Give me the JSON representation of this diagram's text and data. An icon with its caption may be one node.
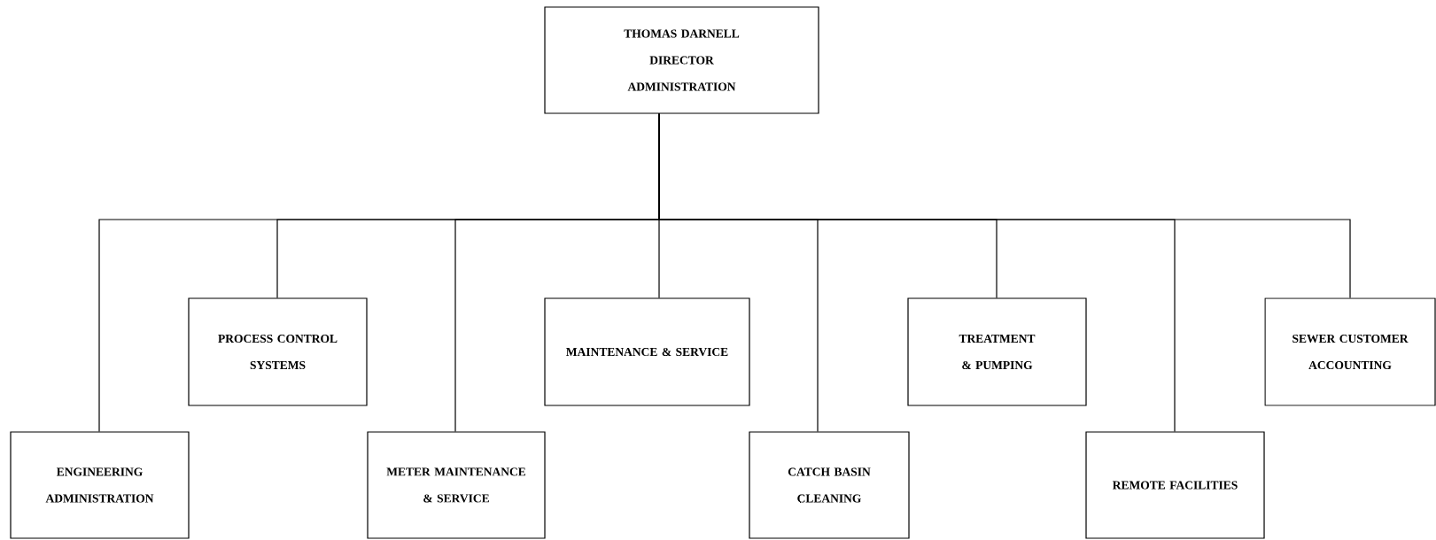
{
  "diagram": {
    "nodes": [
      {
        "text": [
          "THOMAS DARNELL",
          "DIRECTOR",
          "ADMINISTRATION"
        ]
      },
      {
        "text": [
          "ENGINEERING ADMINISTRATION"
        ]
      },
      {
        "text": [
          "PROCESS CONTROL SYSTEMS"
        ]
      },
      {
        "text": [
          "METER MAINTENANCE & SERVICE"
        ]
      },
      {
        "text": [
          "MAINTENANCE & SERVICE"
        ]
      },
      {
        "text": [
          "CATCH BASIN CLEANING"
        ]
      },
      {
        "text": [
          "TREATMENT & PUMPING"
        ]
      },
      {
        "text": [
          "REMOTE FACILITIES"
        ]
      },
      {
        "text": [
          "SEWER CUSTOMER ACCOUNTING"
        ]
      }
    ],
    "edges": [
      {
        "from": 0,
        "to": 1,
        "arrow": "none"
      },
      {
        "from": 0,
        "to": 2,
        "arrow": "none"
      },
      {
        "from": 0,
        "to": 3,
        "arrow": "none"
      },
      {
        "from": 0,
        "to": 4,
        "arrow": "none"
      },
      {
        "from": 0,
        "to": 5,
        "arrow": "none"
      },
      {
        "from": 0,
        "to": 6,
        "arrow": "none"
      },
      {
        "from": 0,
        "to": 7,
        "arrow": "none"
      },
      {
        "from": 0,
        "to": 8,
        "arrow": "none"
      }
    ]
  }
}
